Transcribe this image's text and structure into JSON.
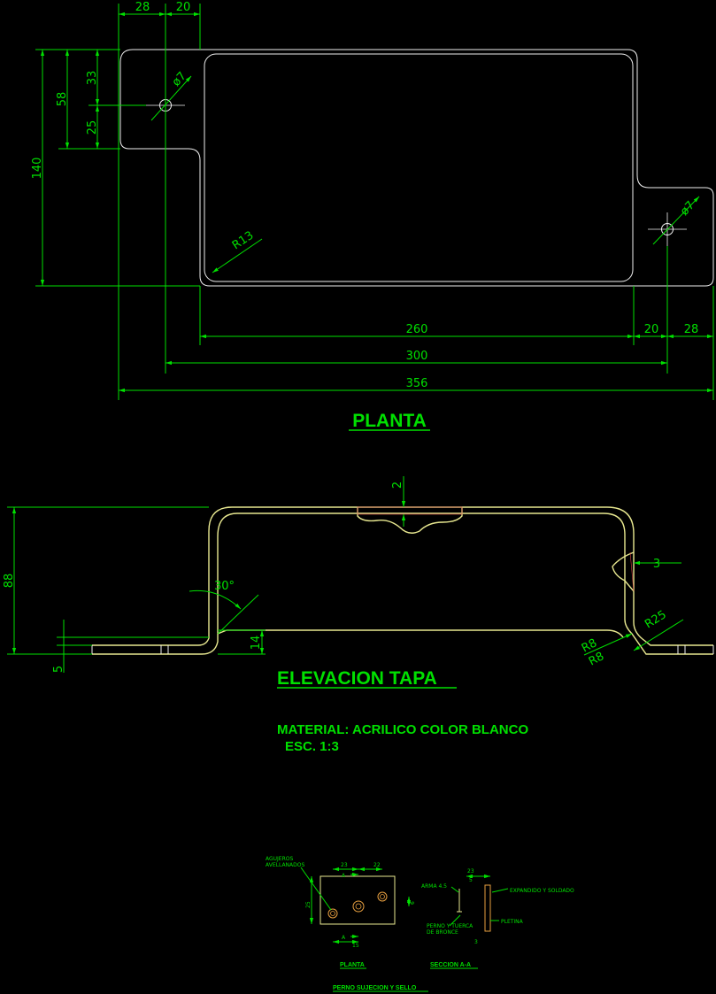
{
  "planta": {
    "title": "PLANTA",
    "dims": {
      "d28top": "28",
      "d20top": "20",
      "d140": "140",
      "d58": "58",
      "d33": "33",
      "d25": "25",
      "phi7a": "ø7",
      "phi7b": "ø7",
      "r13": "R13",
      "d260": "260",
      "d20bot": "20",
      "d28bot": "28",
      "d300": "300",
      "d356": "356"
    }
  },
  "elevacion": {
    "title": "ELEVACION TAPA",
    "dims": {
      "d2": "2",
      "d88": "88",
      "d30": "30°",
      "d3": "3",
      "r25": "R25",
      "r8a": "R8",
      "r8b": "R8",
      "d14": "14",
      "d5": "5"
    }
  },
  "notes": {
    "material": "MATERIAL:  ACRILICO COLOR BLANCO",
    "scale": "ESC. 1:3"
  },
  "detail": {
    "planta_label": "PLANTA",
    "seccion_label": "SECCION A-A",
    "caption": "PERNO SUJECION Y SELLO",
    "avellanados_1": "AGUJEROS",
    "avellanados_2": "AVELLANADOS",
    "d23a": "23",
    "d22": "22",
    "d25": "25",
    "d6": "6",
    "d15": "15",
    "d23b": "23",
    "d5": "5",
    "d3": "3",
    "markA1": "A",
    "markA2": "A",
    "arma": "ARMA 4.5",
    "perno_1": "PERNO Y TUERCA",
    "perno_2": "DE BRONCE",
    "expandido": "EXPANDIDO Y SOLDADO",
    "pletina": "PLETINA"
  }
}
